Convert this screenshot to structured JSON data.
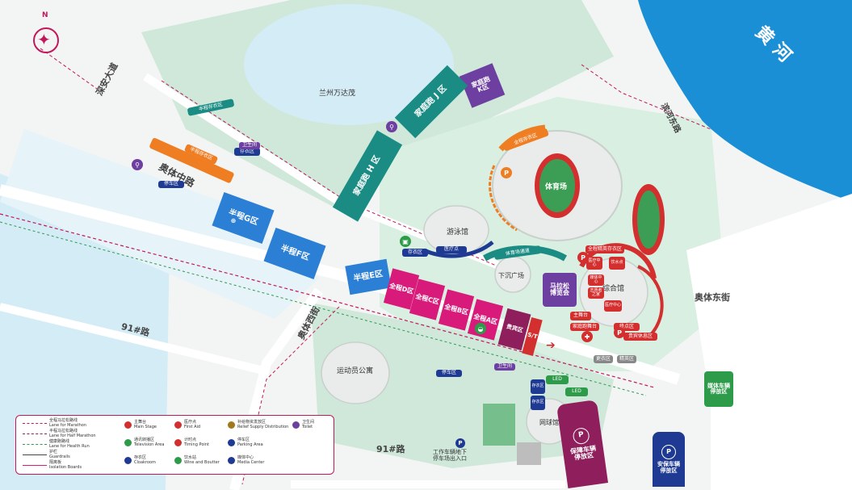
{
  "compass": {
    "north": "N"
  },
  "river": {
    "name": "黄河",
    "color": "#1a8fd6"
  },
  "roads": {
    "left_avenue": "深安大道",
    "riverside_road": "滨河东路",
    "aoti_middle": "奥体中路",
    "aoti_west": "奥体西街",
    "aoti_east": "奥体东街",
    "road_91_upper": "91#路",
    "road_91_lower": "91#路"
  },
  "venues": {
    "mall": "兰州万达茂",
    "stadium": "体育场",
    "natatorium": "游泳馆",
    "sunken_plaza": "下沉广场",
    "gymnasium": "综合馆",
    "apartment": "运动员公寓",
    "tennis": "网球馆"
  },
  "zones": {
    "family_k": "家庭跑\nK区",
    "family_j": "家庭跑 J 区",
    "family_h": "家庭跑 H 区",
    "half_g": "半程G区",
    "half_f": "半程F区",
    "half_e": "半程E区",
    "full_d": "全程D区",
    "full_c": "全程C区",
    "full_b": "全程B区",
    "full_a": "全程A区",
    "marathon_expo": "马拉松\n博览会",
    "start_gate": "S/T",
    "vip_area": "贵宾区"
  },
  "chips": {
    "half_fam_storage": "半程存衣区",
    "half_storage_band": "半程存衣区",
    "pro_storage": "全程存衣区",
    "elite_storage": "全程精英存衣区",
    "stadium_gate": "体育场通道",
    "cure": "医疗点",
    "medical_center": "医疗中心",
    "water": "饮水点",
    "led_a": "LED",
    "led_b": "LED",
    "cloak_1": "存衣区",
    "cloak_2": "存衣区",
    "storage_1": "存衣区",
    "storage_2": "存衣区",
    "main_stage": "主舞台",
    "family_stage": "家庭跑舞台",
    "finish_gate": "终点区",
    "vip_lounge": "贵宾休息区",
    "gym_a": "媒体中心",
    "gym_b": "志愿者之家",
    "gym_c": "医疗中心",
    "parking_left": "停车区",
    "parking_lot_label": "停车区",
    "changing": "更衣区",
    "elite_area": "精英区",
    "toilet_a": "卫生间",
    "toilet_b": "卫生间"
  },
  "parking": {
    "p_symbol": "P",
    "safety_parking": "保障车辆\n停放区",
    "security_parking": "安保车辆\n停放区",
    "media_parking": "媒体车辆\n停放区",
    "underground": "工作车辆地下\n停车场出入口"
  },
  "colors": {
    "river": "#1a8fd6",
    "teal": "#1a8c84",
    "blue": "#2b7fd4",
    "magenta": "#d81b7a",
    "purple": "#6d3fa0",
    "red": "#d32f2f",
    "orange": "#ef7d22",
    "green": "#2e9b4b",
    "navy": "#1f3a93",
    "wine": "#8e1f5c",
    "water": "#d4ecf6",
    "land": "#ffffff",
    "park": "#bfe3cf"
  },
  "legend": {
    "items": [
      {
        "text": "全程马拉松路线\nLane for Marathon",
        "color": "#c2185b"
      },
      {
        "text": "半程马拉松路线\nLane for Half Marathon",
        "color": "#8e1f5c"
      },
      {
        "text": "健康跑路线\nLane for Health Run",
        "color": "#2e9b4b"
      },
      {
        "text": "护栏\nGuardrails",
        "color": "#444444"
      },
      {
        "text": "隔离板\nIsolation Boards",
        "color": "#d81b7a"
      }
    ],
    "icons": [
      {
        "text": "主舞台\nMain Stage",
        "icon": "stage-icon",
        "color": "#d32f2f"
      },
      {
        "text": "医疗点\nFirst Aid",
        "icon": "first-aid-icon",
        "color": "#d32f2f"
      },
      {
        "text": "补给物资发放区\nRelief Supply Distribution",
        "icon": "supply-icon",
        "color": "#a07a1a"
      },
      {
        "text": "卫生间\nToilet",
        "icon": "toilet-icon",
        "color": "#6d3fa0"
      },
      {
        "text": "通讯转播区\nTelevision Area",
        "icon": "tv-icon",
        "color": "#2e9b4b"
      },
      {
        "text": "计时点\nTiming Point",
        "icon": "timing-icon",
        "color": "#d32f2f"
      },
      {
        "text": "停车区\nParking Area",
        "icon": "parking-icon",
        "color": "#1f3a93"
      },
      {
        "text": "存衣区\nCloakroom",
        "icon": "cloak-icon",
        "color": "#1f3a93"
      },
      {
        "text": "饮水站\nWine and Boutter",
        "icon": "water-icon",
        "color": "#2e9b4b"
      },
      {
        "text": "媒体中心\nMedia Center",
        "icon": "media-icon",
        "color": "#1f3a93"
      }
    ]
  }
}
